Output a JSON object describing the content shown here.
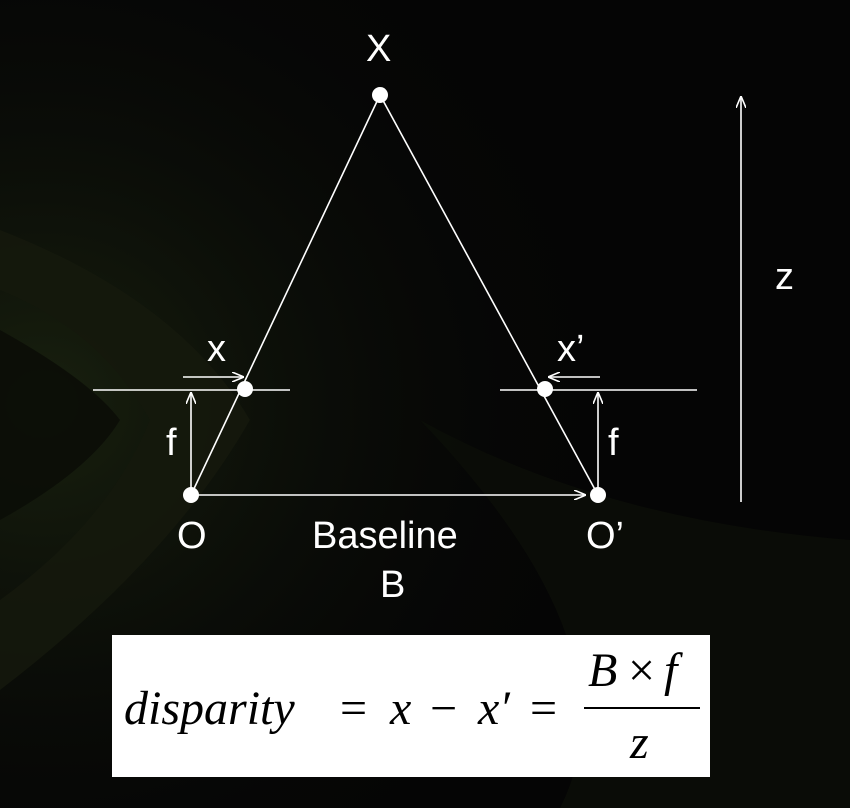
{
  "colors": {
    "background": "#050505",
    "diagram_stroke": "#ffffff",
    "formula_box": "#ffffff",
    "formula_text": "#000000"
  },
  "labels": {
    "point_X": "X",
    "image_x_left": "x",
    "image_x_right": "x’",
    "focal_left": "f",
    "focal_right": "f",
    "optical_center_left": "O",
    "optical_center_right": "O’",
    "baseline": "Baseline",
    "baseline_symbol": "B",
    "depth": "z"
  },
  "formula": {
    "lhs": "disparity",
    "eq1": "=",
    "x": "x",
    "minus": "−",
    "x_prime": "x′",
    "eq2": "=",
    "num_B": "B",
    "times": "×",
    "num_f": "f",
    "den": "z"
  }
}
